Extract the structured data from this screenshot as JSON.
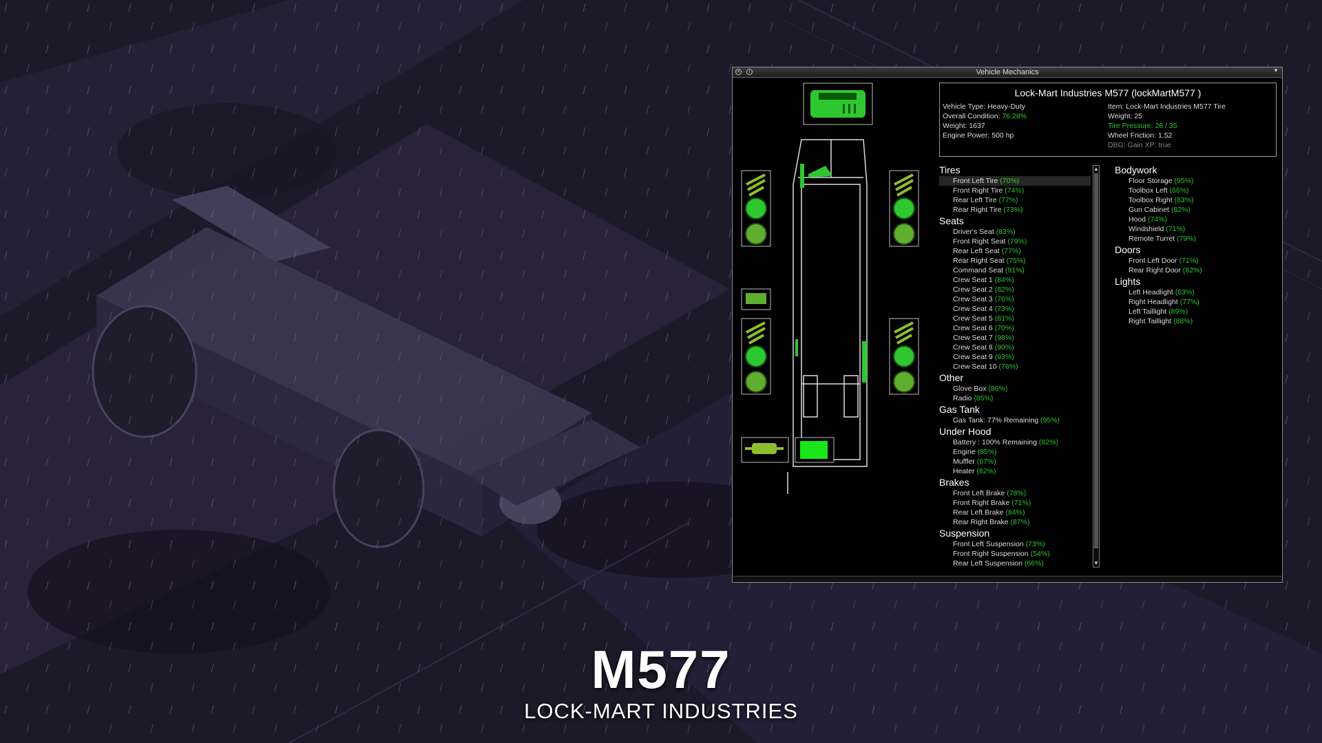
{
  "title": {
    "model": "M577",
    "maker": "LOCK-MART INDUSTRIES"
  },
  "window": {
    "title": "Vehicle Mechanics",
    "close_glyph": "×",
    "info_glyph": "i",
    "collapse_glyph": "▾"
  },
  "info": {
    "heading": "Lock-Mart Industries M577 (lockMartM577 )",
    "left": [
      {
        "label": "Vehicle Type: ",
        "value": "Heavy-Duty",
        "green": false
      },
      {
        "label": "Overall Condition: ",
        "value": "76.28%",
        "green": true
      },
      {
        "label": "Weight: ",
        "value": "1637",
        "green": false
      },
      {
        "label": "Engine Power: ",
        "value": "500 hp",
        "green": false
      }
    ],
    "right": [
      {
        "label": "Item: ",
        "value": "Lock-Mart Industries M577 Tire",
        "style": "normal"
      },
      {
        "label": "Weight: ",
        "value": "25",
        "style": "normal"
      },
      {
        "label": "Tire Pressure: ",
        "value": "28 / 35",
        "style": "green"
      },
      {
        "label": "Wheel Friction: ",
        "value": "1.52",
        "style": "normal"
      },
      {
        "label": "DBG: Gain XP: ",
        "value": "true",
        "style": "dim"
      }
    ]
  },
  "parts_left": [
    {
      "category": "Tires",
      "items": [
        {
          "name": "Front Left Tire",
          "pct": "(70%)"
        },
        {
          "name": "Front Right Tire",
          "pct": "(74%)"
        },
        {
          "name": "Rear Left Tire",
          "pct": "(77%)"
        },
        {
          "name": "Rear Right Tire",
          "pct": "(73%)"
        }
      ]
    },
    {
      "category": "Seats",
      "items": [
        {
          "name": "Driver's Seat",
          "pct": "(83%)"
        },
        {
          "name": "Front Right Seat",
          "pct": "(79%)"
        },
        {
          "name": "Rear Left Seat",
          "pct": "(77%)"
        },
        {
          "name": "Rear Right Seat",
          "pct": "(75%)"
        },
        {
          "name": "Command Seat",
          "pct": "(91%)"
        },
        {
          "name": "Crew Seat 1",
          "pct": "(84%)"
        },
        {
          "name": "Crew Seat 2",
          "pct": "(82%)"
        },
        {
          "name": "Crew Seat 3",
          "pct": "(76%)"
        },
        {
          "name": "Crew Seat 4",
          "pct": "(73%)"
        },
        {
          "name": "Crew Seat 5",
          "pct": "(81%)"
        },
        {
          "name": "Crew Seat 6",
          "pct": "(70%)"
        },
        {
          "name": "Crew Seat 7",
          "pct": "(98%)"
        },
        {
          "name": "Crew Seat 8",
          "pct": "(90%)"
        },
        {
          "name": "Crew Seat 9",
          "pct": "(93%)"
        },
        {
          "name": "Crew Seat 10",
          "pct": "(76%)"
        }
      ]
    },
    {
      "category": "Other",
      "items": [
        {
          "name": "Glove Box",
          "pct": "(86%)"
        },
        {
          "name": "Radio",
          "pct": "(85%)"
        }
      ]
    },
    {
      "category": "Gas Tank",
      "items": [
        {
          "name": "Gas Tank: 77% Remaining",
          "pct": "(95%)"
        }
      ]
    },
    {
      "category": "Under Hood",
      "items": [
        {
          "name": "Battery : 100% Remaining",
          "pct": "(82%)"
        },
        {
          "name": "Engine",
          "pct": "(85%)"
        },
        {
          "name": "Muffler",
          "pct": "(67%)"
        },
        {
          "name": "Heater",
          "pct": "(82%)"
        }
      ]
    },
    {
      "category": "Brakes",
      "items": [
        {
          "name": "Front Left Brake",
          "pct": "(78%)"
        },
        {
          "name": "Front Right Brake",
          "pct": "(71%)"
        },
        {
          "name": "Rear Left Brake",
          "pct": "(84%)"
        },
        {
          "name": "Rear Right Brake",
          "pct": "(87%)"
        }
      ]
    },
    {
      "category": "Suspension",
      "items": [
        {
          "name": "Front Left Suspension",
          "pct": "(73%)"
        },
        {
          "name": "Front Right Suspension",
          "pct": "(54%)"
        },
        {
          "name": "Rear Left Suspension",
          "pct": "(66%)"
        }
      ]
    }
  ],
  "parts_right": [
    {
      "category": "Bodywork",
      "items": [
        {
          "name": "Floor Storage",
          "pct": "(95%)"
        },
        {
          "name": "Toolbox Left",
          "pct": "(66%)"
        },
        {
          "name": "Toolbox Right",
          "pct": "(83%)"
        },
        {
          "name": "Gun Cabinet",
          "pct": "(82%)"
        },
        {
          "name": "Hood",
          "pct": "(74%)"
        },
        {
          "name": "Windshield",
          "pct": "(71%)"
        },
        {
          "name": "Remote Turret",
          "pct": "(79%)"
        }
      ]
    },
    {
      "category": "Doors",
      "items": [
        {
          "name": "Front Left Door",
          "pct": "(71%)"
        },
        {
          "name": "Rear Right Door",
          "pct": "(82%)"
        }
      ]
    },
    {
      "category": "Lights",
      "items": [
        {
          "name": "Left Headlight",
          "pct": "(63%)"
        },
        {
          "name": "Right Headlight",
          "pct": "(77%)"
        },
        {
          "name": "Left Taillight",
          "pct": "(89%)"
        },
        {
          "name": "Right Taillight",
          "pct": "(88%)"
        }
      ]
    }
  ],
  "colors": {
    "accent_green": "#2fc72f",
    "bright_green": "#19e619",
    "window_bg": "#000000"
  },
  "icons": [
    "engine-icon",
    "suspension-icon",
    "brake-icon",
    "tire-icon",
    "radio-icon",
    "muffler-icon",
    "battery-icon"
  ]
}
